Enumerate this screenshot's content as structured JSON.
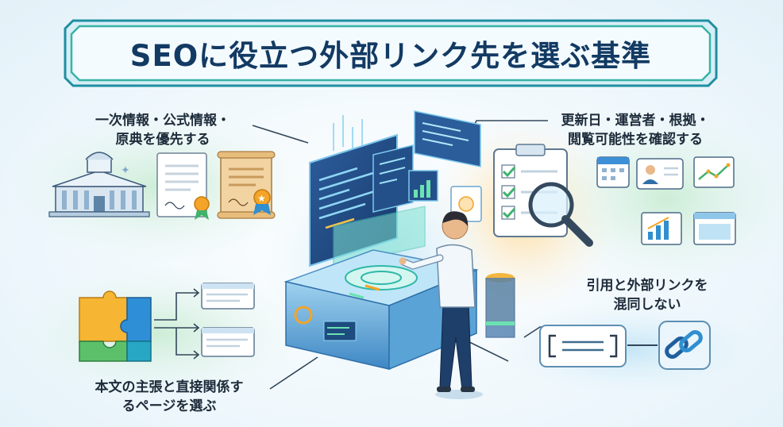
{
  "title": "SEOに役立つ外部リンク先を選ぶ基準",
  "criteria": [
    {
      "id": "primary",
      "line1": "一次情報・公式情報・",
      "line2": "原典を優先する"
    },
    {
      "id": "freshness",
      "line1": "更新日・運営者・根拠・",
      "line2": "閲覧可能性を確認する"
    },
    {
      "id": "citation",
      "line1": "引用と外部リンクを",
      "line2": "混同しない"
    },
    {
      "id": "relevance",
      "line1": "本文の主張と直接関係す",
      "line2": "るページを選ぶ"
    }
  ],
  "colors": {
    "title_border": "#2aa8a0",
    "title_fill": "#eaf6fc",
    "text": "#1d2b3a",
    "accent_orange": "#f4a428",
    "accent_green": "#3fb36b"
  },
  "icons": [
    "government-building-icon",
    "certificate-icon",
    "scroll-diploma-icon",
    "puzzle-icon",
    "document-card-icon",
    "clipboard-checklist-icon",
    "magnifier-icon",
    "calendar-icon",
    "profile-card-icon",
    "line-chart-icon",
    "bar-chart-icon",
    "browser-window-icon",
    "quote-bracket-icon",
    "chain-link-icon",
    "person-icon",
    "server-console-icon"
  ]
}
